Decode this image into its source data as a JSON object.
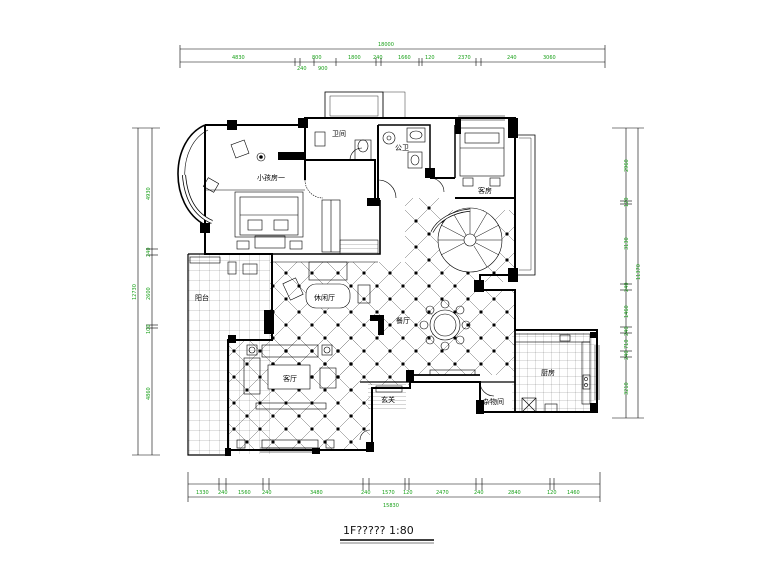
{
  "title": "1F????? 1:80",
  "dimensions": {
    "top_total": "18000",
    "top_row": [
      "4830",
      "800",
      "1800",
      "240",
      "1660",
      "120",
      "2370",
      "240",
      "3060"
    ],
    "top_sub": [
      "240",
      "900"
    ],
    "bottom_row": [
      "1330",
      "240",
      "1560",
      "240",
      "3480",
      "240",
      "1570",
      "120",
      "2470",
      "240",
      "2840",
      "120",
      "1460"
    ],
    "bottom_total": "15830",
    "left_total": "12730",
    "left_row": [
      "4930",
      "240",
      "2600",
      "100",
      "4860"
    ],
    "right_total": "11370",
    "right_row": [
      "2960",
      "120",
      "3130",
      "240",
      "1460",
      "240",
      "710",
      "240",
      "3210"
    ]
  },
  "rooms": {
    "study": "小孩房一",
    "wc_top": "卫间",
    "wc_right": "公卫",
    "bedroom_guest": "客房",
    "dining_room": "休闲厅",
    "restaurant": "餐厅",
    "living": "客厅",
    "entrance": "玄关",
    "storage": "杂物间",
    "kitchen": "厨房",
    "terrace": "阳台"
  }
}
